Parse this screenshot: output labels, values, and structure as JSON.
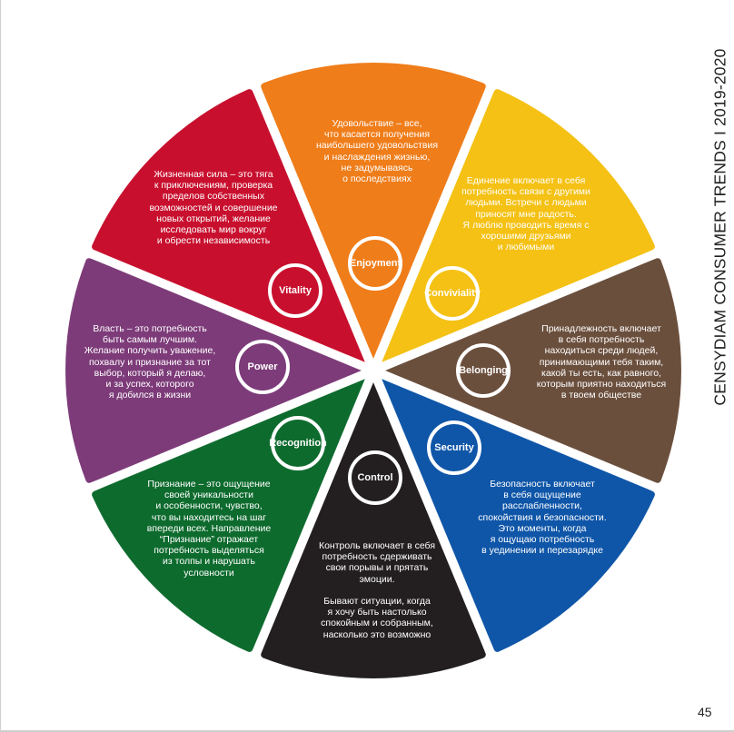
{
  "side_title": "CENSYDIAM CONSUMER TRENDS I 2019-2020",
  "page_number": "45",
  "segments": [
    {
      "name": "Enjoyment",
      "color": "#ef7d1a",
      "text": "Удовольствие – все,\nчто касается получения\nнаибольшего удовольствия\nи наслаждения жизнью,\nне задумываясь\nо последствиях"
    },
    {
      "name": "Conviviality",
      "color": "#f4c114",
      "text": "Единение включает в себя\nпотребность связи с другими\nлюдьми. Встречи с людьми\nприносят мне радость.\nЯ люблю проводить время с\nхорошими друзьями\nи любимыми"
    },
    {
      "name": "Belonging",
      "color": "#6b4f3d",
      "text": "Принадлежность включает\nв себя потребность\nнаходиться среди людей,\nпринимающими тебя таким,\nкакой ты есть, как равного,\nкоторым приятно находиться\nв твоем обществе"
    },
    {
      "name": "Security",
      "color": "#0f56a8",
      "text": "Безопасность включает\nв себя ощущение\nрасслабленности,\nспокойствия и безопасности.\nЭто моменты, когда\nя ощущаю потребность\nв уединении и перезарядке"
    },
    {
      "name": "Control",
      "color": "#231f20",
      "text": "Контроль включает в себя\nпотребность сдерживать\nсвои порывы и прятать\nэмоции.\n\nБывают ситуации, когда\nя хочу быть настолько\nспокойным и собранным,\nнасколько это возможно"
    },
    {
      "name": "Recognition",
      "color": "#0e6b2e",
      "text": "Признание – это ощущение\nсвоей уникальности\nи особенности, чувство,\nчто вы находитесь на шаг\nвпереди всех. Направление\n“Признание” отражает\nпотребность выделяться\nиз толпы и нарушать\nусловности"
    },
    {
      "name": "Power",
      "color": "#7d3b79",
      "text": "Власть – это потребность\nбыть самым лучшим.\nЖелание получить уважение,\nпохвалу и признание за тот\nвыбор, который я делаю,\nи за успех, которого\nя добился в жизни"
    },
    {
      "name": "Vitality",
      "color": "#c8102e",
      "text": "Жизненная сила – это тяга\nк приключениям, проверка\nпределов собственных\nвозможностей и совершение\nновых открытий, желание\nисследовать мир вокруг\nи обрести независимость"
    }
  ]
}
